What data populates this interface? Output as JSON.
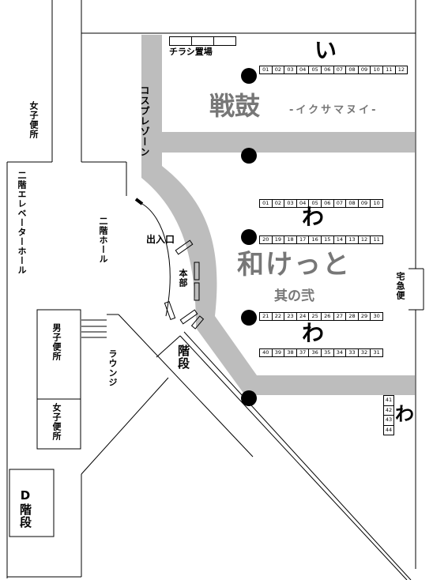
{
  "labels": {
    "flyer_area": "チラシ置場",
    "cosplay_zone": "コスプレゾーン",
    "women_restroom_top": "女子便所",
    "floor2_elevator_hall": "二階エレベーターホール",
    "floor2_hall": "二階ホール",
    "entrance": "出入口",
    "hq": "本部",
    "men_restroom": "男子便所",
    "women_restroom_bottom": "女子便所",
    "lounge": "ラウンジ",
    "stairs": "階段",
    "d_stairs": "D階段",
    "delivery": "宅急便",
    "block_i": "い",
    "block_wa1": "わ",
    "block_wa2": "わ",
    "block_wa3": "わ",
    "event_ikusa": "戦鼓",
    "event_ikusa_reading": "-イクサマヌイ-",
    "event_wakketo": "和けっと",
    "event_wakketo_sub": "其の弐"
  },
  "booths": {
    "row_i": [
      "01",
      "02",
      "03",
      "04",
      "05",
      "06",
      "07",
      "08",
      "09",
      "10",
      "11",
      "12"
    ],
    "row_wa_top": [
      "01",
      "02",
      "03",
      "04",
      "05",
      "06",
      "07",
      "08",
      "09",
      "10"
    ],
    "row_wa_mid": [
      "20",
      "19",
      "18",
      "17",
      "16",
      "15",
      "14",
      "13",
      "12",
      "11"
    ],
    "row_wa_low": [
      "21",
      "22",
      "23",
      "24",
      "25",
      "26",
      "27",
      "28",
      "29",
      "30"
    ],
    "row_wa_bottom": [
      "40",
      "39",
      "38",
      "37",
      "36",
      "35",
      "34",
      "33",
      "32",
      "31"
    ],
    "col_wa_right": [
      "41",
      "42",
      "43",
      "44"
    ]
  }
}
